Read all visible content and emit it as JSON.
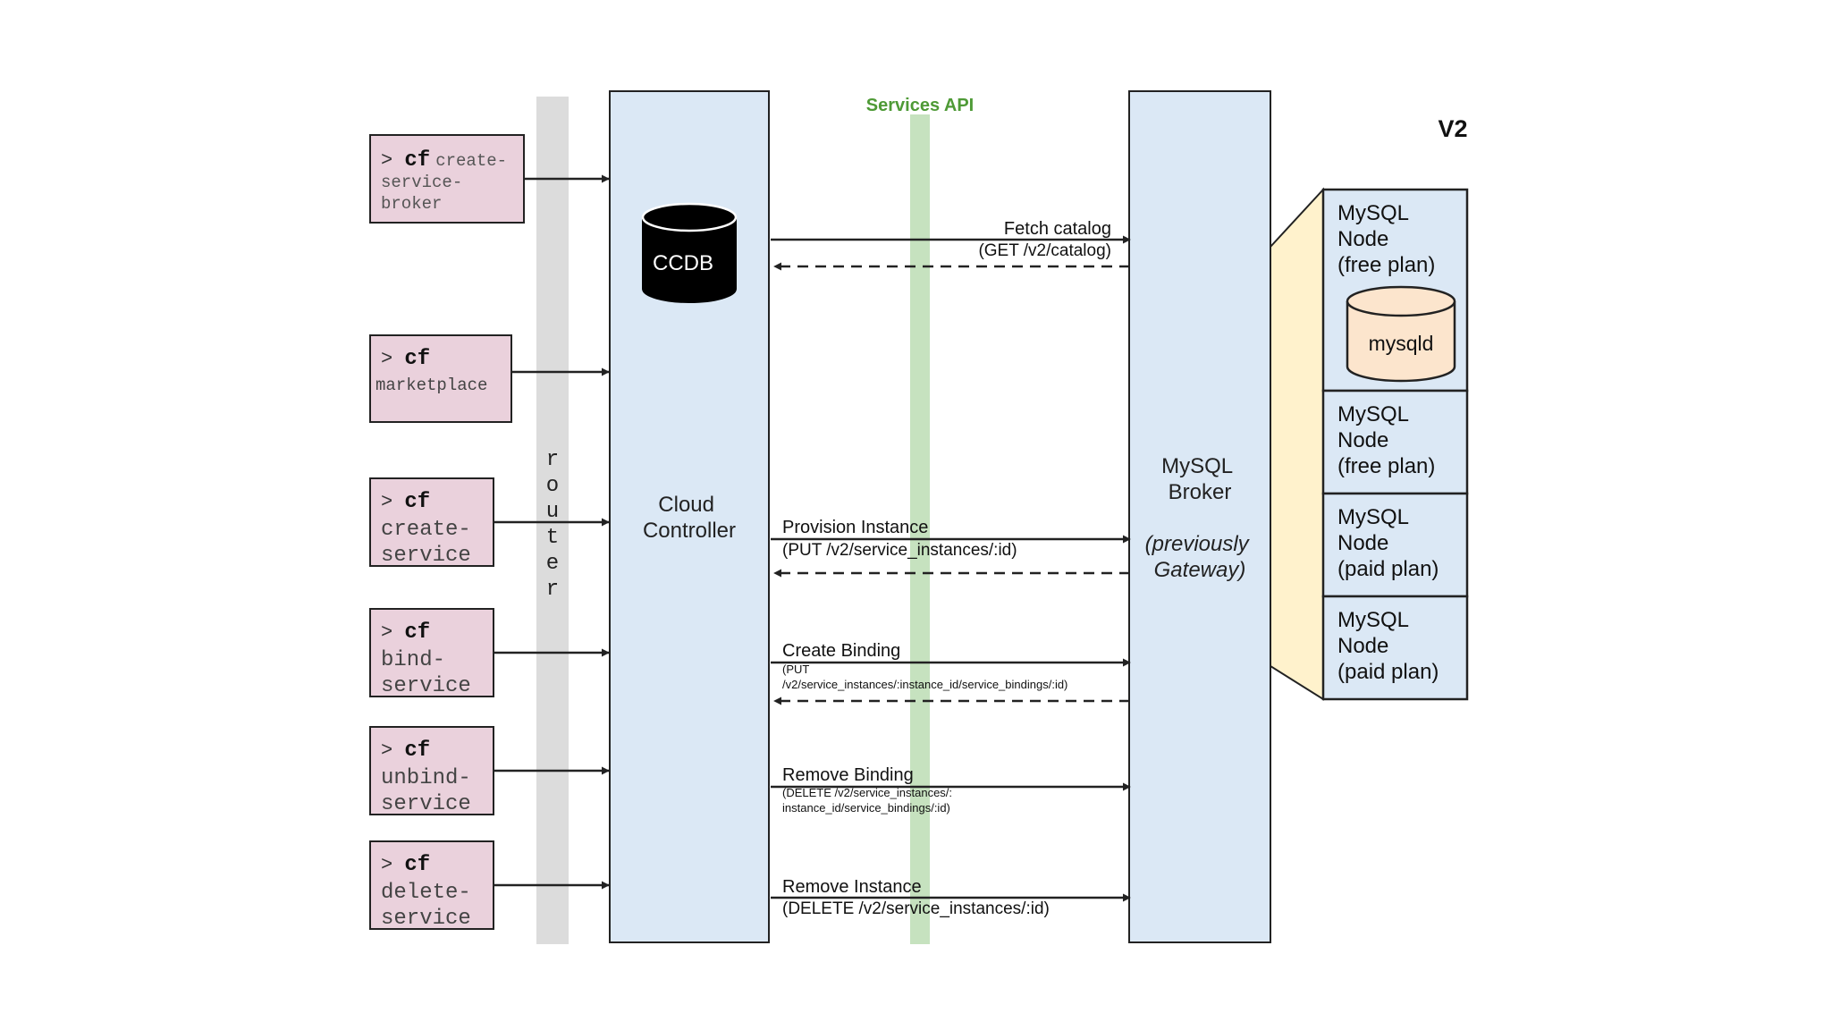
{
  "version_label": "V2",
  "services_api_label": "Services API",
  "router_label": "router",
  "cloud_controller": {
    "line1": "Cloud",
    "line2": "Controller"
  },
  "ccdb_label": "CCDB",
  "broker": {
    "line1": "MySQL",
    "line2": "Broker",
    "line3": "(previously",
    "line4": "Gateway)"
  },
  "cli_commands": [
    {
      "prompt": ">",
      "cmd": "cf",
      "lines": [
        "create-",
        "service-",
        "broker"
      ],
      "inline_first": true
    },
    {
      "prompt": ">",
      "cmd": "cf",
      "lines": [
        "marketplace"
      ],
      "inline_first": false
    },
    {
      "prompt": ">",
      "cmd": "cf",
      "lines": [
        "create-",
        "service"
      ],
      "inline_first": false
    },
    {
      "prompt": ">",
      "cmd": "cf",
      "lines": [
        "bind-",
        "service"
      ],
      "inline_first": false
    },
    {
      "prompt": ">",
      "cmd": "cf",
      "lines": [
        "unbind-",
        "service"
      ],
      "inline_first": false
    },
    {
      "prompt": ">",
      "cmd": "cf",
      "lines": [
        "delete-",
        "service"
      ],
      "inline_first": false
    }
  ],
  "api_calls": [
    {
      "name": "Fetch catalog",
      "detail": [
        "(GET /v2/catalog)"
      ],
      "returns": true
    },
    {
      "name": "Provision Instance",
      "detail": [
        "(PUT /v2/service_instances/:id)"
      ],
      "returns": true
    },
    {
      "name": "Create Binding",
      "detail": [
        "(PUT",
        "/v2/service_instances/:instance_id/service_bindings/:id)"
      ],
      "returns": true
    },
    {
      "name": "Remove Binding",
      "detail": [
        "(DELETE /v2/service_instances/:",
        "instance_id/service_bindings/:id)"
      ],
      "returns": false
    },
    {
      "name": "Remove Instance",
      "detail": [
        "(DELETE /v2/service_instances/:id)"
      ],
      "returns": false
    }
  ],
  "nodes": [
    {
      "lines": [
        "MySQL",
        "Node",
        "(free plan)"
      ]
    },
    {
      "lines": [
        "MySQL",
        "Node",
        "(free plan)"
      ]
    },
    {
      "lines": [
        "MySQL",
        "Node",
        "(paid plan)"
      ]
    },
    {
      "lines": [
        "MySQL",
        "Node",
        "(paid plan)"
      ]
    }
  ],
  "mysqld_label": "mysqld",
  "colors": {
    "cli_fill": "#ead1dc",
    "controller_fill": "#dbe8f5",
    "router_fill": "#dcdcdc",
    "api_fill": "#c6e2bf",
    "api_text": "#4e9a36",
    "fan_fill": "#fff2cc",
    "mysqld_fill": "#fce5cd",
    "stroke": "#222222"
  }
}
